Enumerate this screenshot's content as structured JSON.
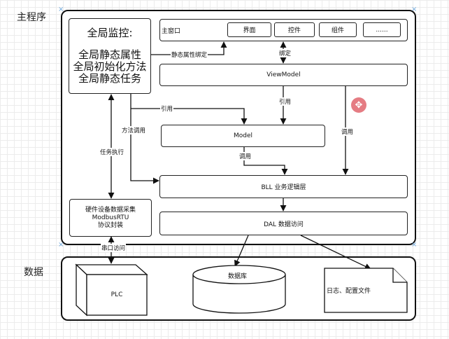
{
  "sections": {
    "main_program": "主程序",
    "data": "数据"
  },
  "global_monitor": {
    "title": "全局监控:",
    "lines": [
      "全局静态属性",
      "全局初始化方法",
      "全局静态任务"
    ]
  },
  "main_window": {
    "label": "主窗口",
    "tabs": [
      "界面",
      "控件",
      "组件",
      "......"
    ]
  },
  "layers": {
    "viewmodel": "ViewModel",
    "model": "Model",
    "bll": "BLL  业务逻辑层",
    "dal": "DAL  数据访问"
  },
  "hardware_box": {
    "lines": [
      "硬件设备数据采集",
      "ModbusRTU",
      "协议封装"
    ]
  },
  "edge_labels": {
    "static_binding": "静态属性绑定",
    "binding": "绑定",
    "ref_viewmodel_model": "引用",
    "ref_monitor_model": "引用",
    "method_call": "方法调用",
    "call_viewmodel_bll": "调用",
    "call_model_bll": "调用",
    "task_exec": "任务执行",
    "serial_access": "串口访问"
  },
  "storage": {
    "plc": "PLC",
    "database": "数据库",
    "log_file": "日志、配置文件"
  }
}
